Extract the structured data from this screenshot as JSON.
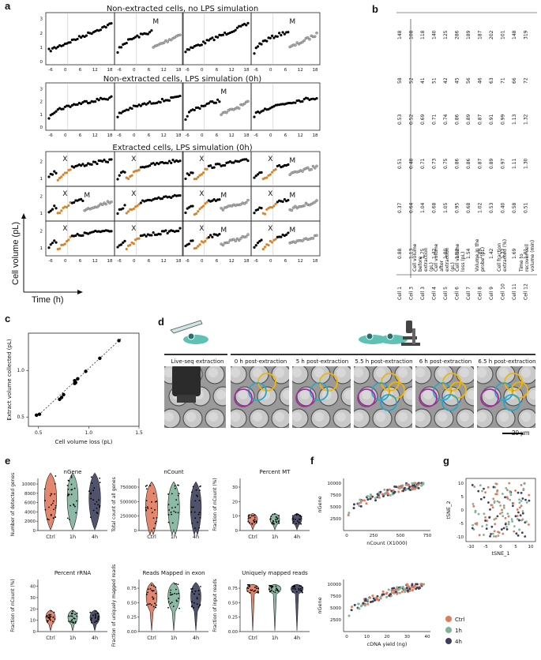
{
  "panel_labels": {
    "a": "a",
    "b": "b",
    "c": "c",
    "d": "d",
    "e": "e",
    "f": "f",
    "g": "g"
  },
  "panel_a": {
    "row1_title": "Non-extracted cells, no LPS simulation",
    "row2_title": "Non-extracted cells, LPS simulation (0h)",
    "row3_title": "Extracted cells, LPS simulation (0h)",
    "x_ticks": [
      "-6",
      "0",
      "6",
      "12",
      "18"
    ],
    "y_ticks": [
      "0",
      "1",
      "2",
      "3"
    ],
    "ylabel": "Cell volume (pL)",
    "xlabel": "Time (h)",
    "markers": {
      "M": "M",
      "X": "X"
    }
  },
  "panel_b": {
    "headers": [
      "Cell volume before extraction (pL)",
      "Cell volume after extraction (pL)",
      "Cell volume loss (pL)",
      "Volume in the probe (pL)",
      "Cell fraction extracted (%)",
      "Time to recover cell volume (min)"
    ],
    "rows": [
      {
        "cell": "Cell 1",
        "vals": [
          "0.88",
          "0.37",
          "0.51",
          "0.53",
          "58",
          "148"
        ]
      },
      {
        "cell": "Cell 3",
        "vals": [
          "1.13",
          "0.64",
          "0.48",
          "0.52",
          "52",
          "108"
        ]
      },
      {
        "cell": "Cell 3",
        "vals": [
          "1.75",
          "1.04",
          "0.71",
          "0.69",
          "41",
          "118"
        ]
      },
      {
        "cell": "Cell 4",
        "vals": [
          "1.42",
          "0.68",
          "0.73",
          "0.71",
          "51",
          "140"
        ]
      },
      {
        "cell": "Cell 5",
        "vals": [
          "1.80",
          "1.05",
          "0.75",
          "0.74",
          "42",
          "125"
        ]
      },
      {
        "cell": "Cell 6",
        "vals": [
          "1.92",
          "0.95",
          "0.86",
          "0.86",
          "45",
          "286"
        ]
      },
      {
        "cell": "Cell 7",
        "vals": [
          "1.54",
          "0.68",
          "0.86",
          "0.89",
          "56",
          "189"
        ]
      },
      {
        "cell": "Cell 8",
        "vals": [
          "1.89",
          "1.02",
          "0.87",
          "0.87",
          "46",
          "187"
        ]
      },
      {
        "cell": "Cell 9",
        "vals": [
          "1.42",
          "0.53",
          "0.89",
          "0.91",
          "63",
          "202"
        ]
      },
      {
        "cell": "Cell 10",
        "vals": [
          "1.37",
          "0.40",
          "0.97",
          "0.99",
          "71",
          "101"
        ]
      },
      {
        "cell": "Cell 11",
        "vals": [
          "1.69",
          "0.58",
          "1.11",
          "1.13",
          "66",
          "148"
        ]
      },
      {
        "cell": "Cell 12",
        "vals": [
          "1.81",
          "0.51",
          "1.30",
          "1.32",
          "72",
          "319"
        ]
      }
    ]
  },
  "panel_c": {
    "xlabel": "Cell volume loss (pL)",
    "ylabel": "Extract volume collected (pL)",
    "x_ticks": [
      "0.5",
      "1.0",
      "1.5"
    ],
    "y_ticks": [
      "0.5",
      "1.0"
    ]
  },
  "panel_d": {
    "labels": [
      "Live-seq extraction",
      "0 h post-extraction",
      "5 h post-extraction",
      "5.5 h post-extraction",
      "6 h post-extraction",
      "6.5 h post-extraction"
    ],
    "scale_bar": "20 μm"
  },
  "panel_e": {
    "groups": [
      "Ctrl",
      "1h",
      "4h"
    ],
    "colors": {
      "Ctrl": "#e07a5f",
      "1h": "#81b29a",
      "4h": "#3d405b"
    },
    "plots": [
      {
        "title": "nGene",
        "ylabel": "Number of detected genes",
        "yticks": [
          "0",
          "2000",
          "4000",
          "6000",
          "8000",
          "10000"
        ]
      },
      {
        "title": "nCount",
        "ylabel": "Total count of all genes",
        "yticks": [
          "0",
          "250000",
          "500000",
          "750000"
        ]
      },
      {
        "title": "Percent MT",
        "ylabel": "Fraction of nCount (%)",
        "yticks": [
          "0",
          "10",
          "20",
          "30"
        ]
      },
      {
        "title": "Percent rRNA",
        "ylabel": "Fraction of nCount (%)",
        "yticks": [
          "0",
          "10",
          "20",
          "30",
          "40"
        ]
      },
      {
        "title": "Reads Mapped in exon",
        "ylabel": "Fraction of uniquely mapped reads",
        "yticks": [
          "0.00",
          "0.25",
          "0.50",
          "0.75"
        ]
      },
      {
        "title": "Uniquely mapped reads",
        "ylabel": "Fraction of input reads",
        "yticks": [
          "0.00",
          "0.25",
          "0.50",
          "0.75"
        ]
      }
    ]
  },
  "panel_f": {
    "top": {
      "xlabel": "nCount (X1000)",
      "ylabel": "nGene",
      "xticks": [
        "0",
        "250",
        "500",
        "750"
      ],
      "yticks": [
        "2500",
        "5000",
        "7500",
        "10000"
      ]
    },
    "bottom": {
      "xlabel": "cDNA yield (ng)",
      "ylabel": "nGene",
      "xticks": [
        "0",
        "10",
        "20",
        "30",
        "40"
      ],
      "yticks": [
        "2500",
        "5000",
        "7500",
        "10000"
      ]
    }
  },
  "panel_g": {
    "xlabel": "tSNE_1",
    "ylabel": "tSNE_2",
    "xticks": [
      "-10",
      "-5",
      "0",
      "5",
      "10"
    ],
    "yticks": [
      "-10",
      "-5",
      "0",
      "5",
      "10"
    ],
    "legend": [
      {
        "label": "Ctrl",
        "color": "#e07a5f"
      },
      {
        "label": "1h",
        "color": "#81b29a"
      },
      {
        "label": "4h",
        "color": "#3d405b"
      }
    ]
  },
  "chart_data": [
    {
      "type": "scatter",
      "id": "panel-c",
      "xlabel": "Cell volume loss (pL)",
      "ylabel": "Extract volume collected (pL)",
      "x": [
        0.51,
        0.48,
        0.71,
        0.73,
        0.75,
        0.86,
        0.86,
        0.87,
        0.89,
        0.97,
        1.11,
        1.3
      ],
      "y": [
        0.53,
        0.52,
        0.69,
        0.71,
        0.74,
        0.86,
        0.89,
        0.87,
        0.91,
        0.99,
        1.13,
        1.32
      ],
      "xlim": [
        0.4,
        1.5
      ],
      "ylim": [
        0.4,
        1.4
      ]
    }
  ]
}
